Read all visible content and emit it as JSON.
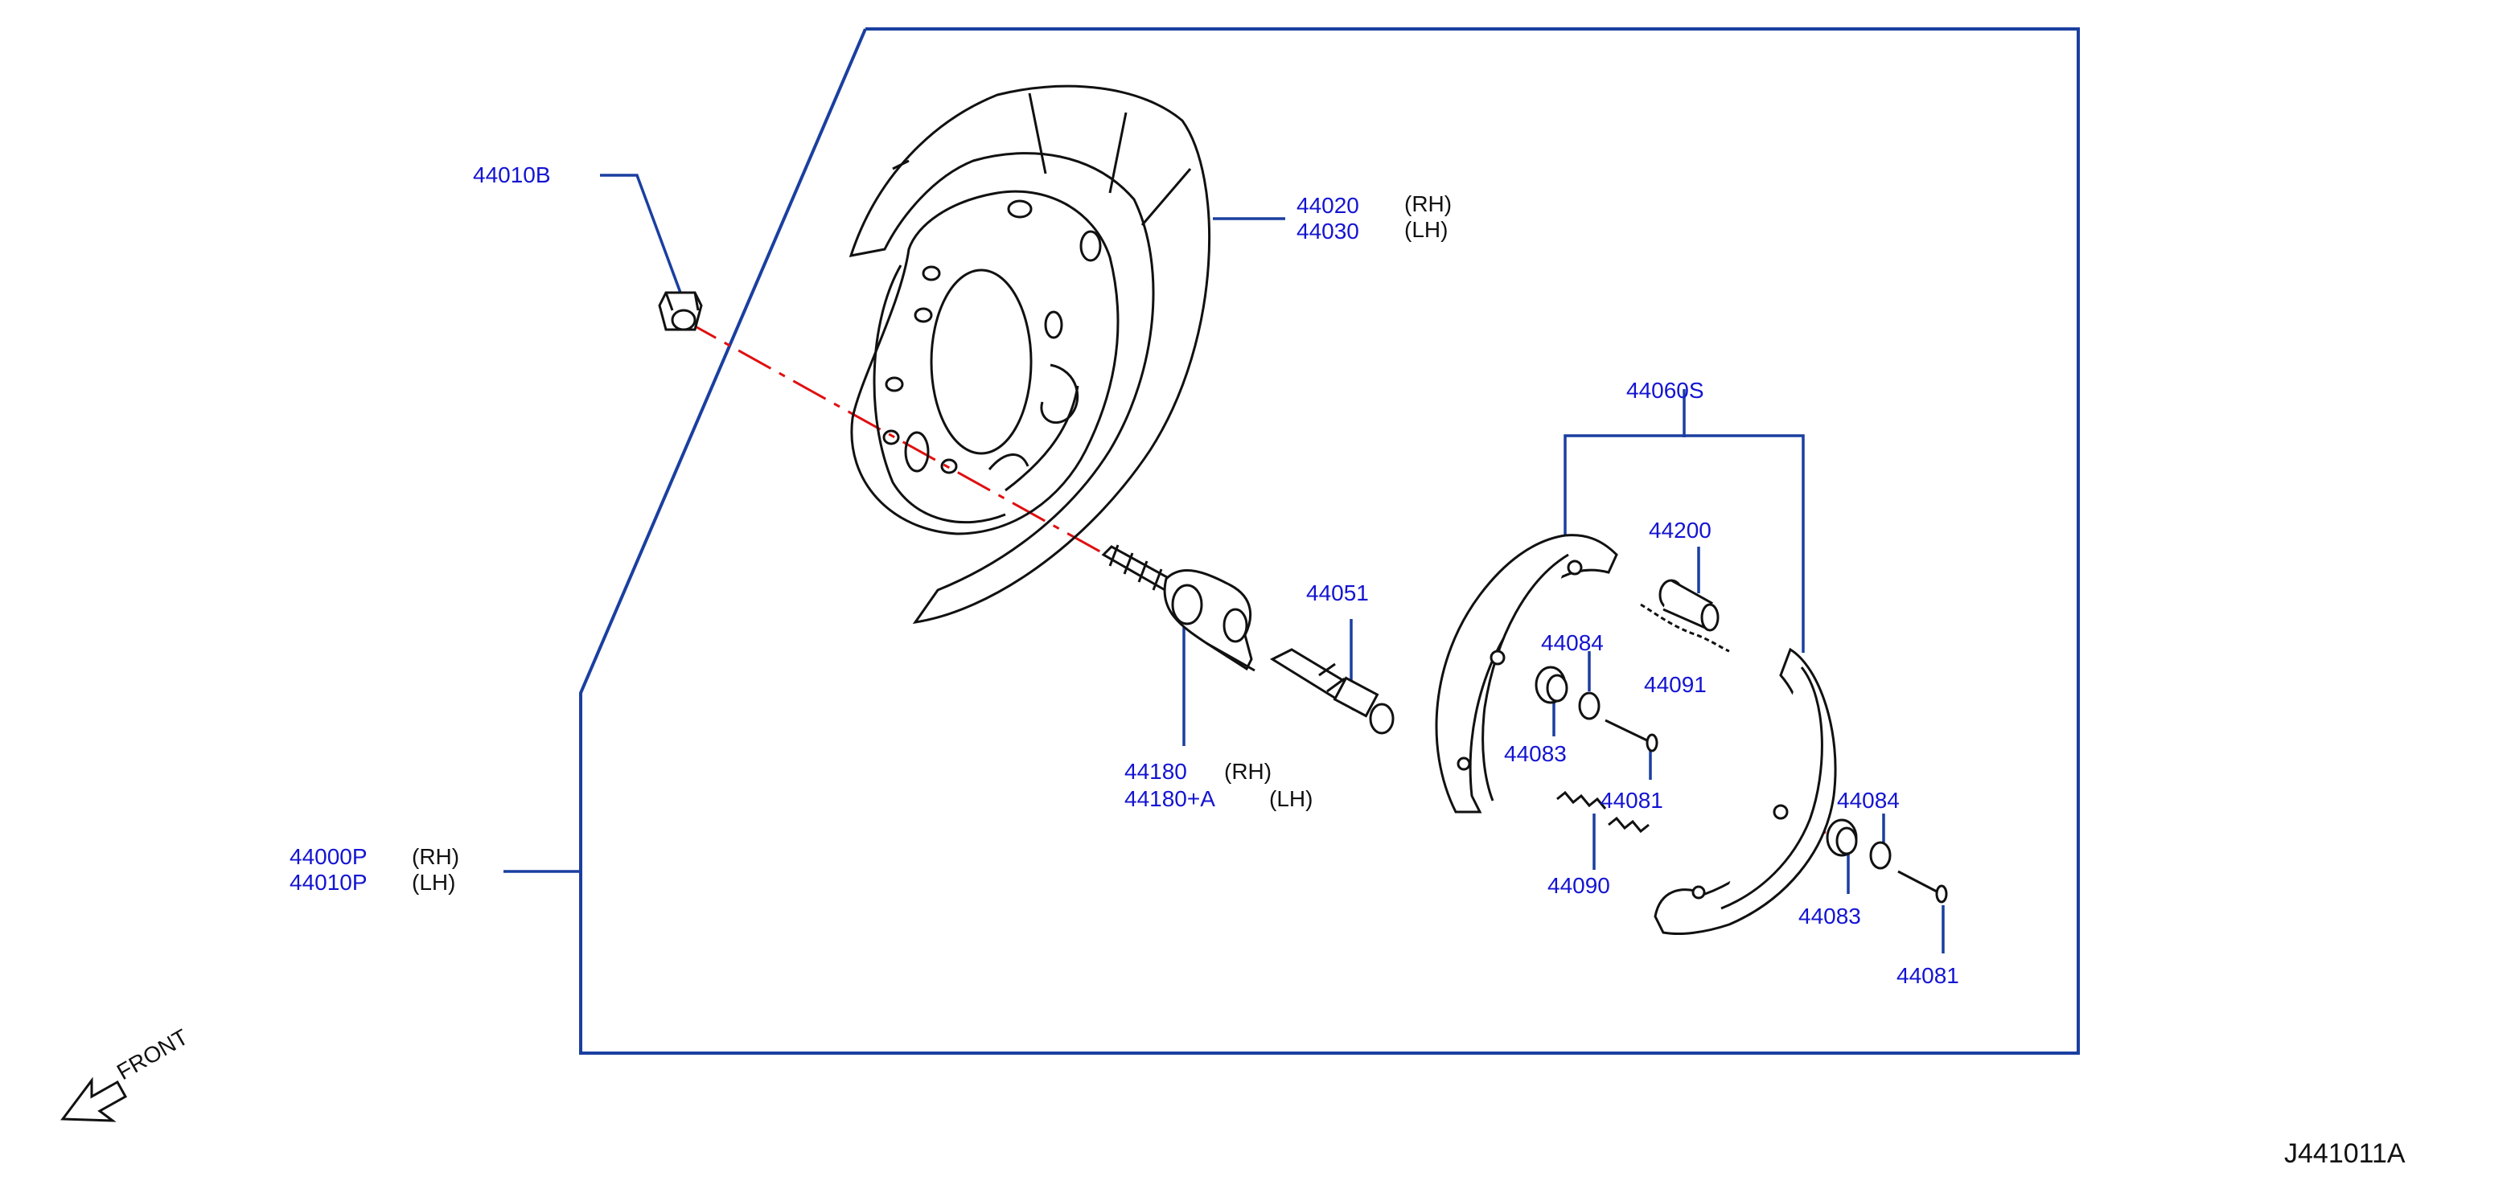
{
  "diagram_id": "J441011A",
  "front_label": "FRONT",
  "colors": {
    "part_number": "#1414d2",
    "leader": "#1a3fa0",
    "centerline": "#e01010",
    "outline": "#111111"
  },
  "parts": {
    "nut": {
      "number": "44010B"
    },
    "baffle": {
      "rh_number": "44020",
      "rh_side": "(RH)",
      "lh_number": "44030",
      "lh_side": "(LH)"
    },
    "shoe_set": {
      "number": "44060S"
    },
    "adjuster": {
      "number": "44200"
    },
    "lever": {
      "number": "44051"
    },
    "spring_upper": {
      "number": "44091"
    },
    "retainer_upper": {
      "number": "44084"
    },
    "hold_spring_upper": {
      "number": "44083"
    },
    "pin_upper": {
      "number": "44081"
    },
    "spring_lower": {
      "number": "44090"
    },
    "retainer_lower": {
      "number": "44084"
    },
    "hold_spring_lower": {
      "number": "44083"
    },
    "pin_lower": {
      "number": "44081"
    },
    "cable_lever": {
      "rh_number": "44180",
      "rh_side": "(RH)",
      "lh_number": "44180+A",
      "lh_side": "(LH)"
    },
    "plate_assy": {
      "rh_number": "44000P",
      "rh_side": "(RH)",
      "lh_number": "44010P",
      "lh_side": "(LH)"
    }
  }
}
